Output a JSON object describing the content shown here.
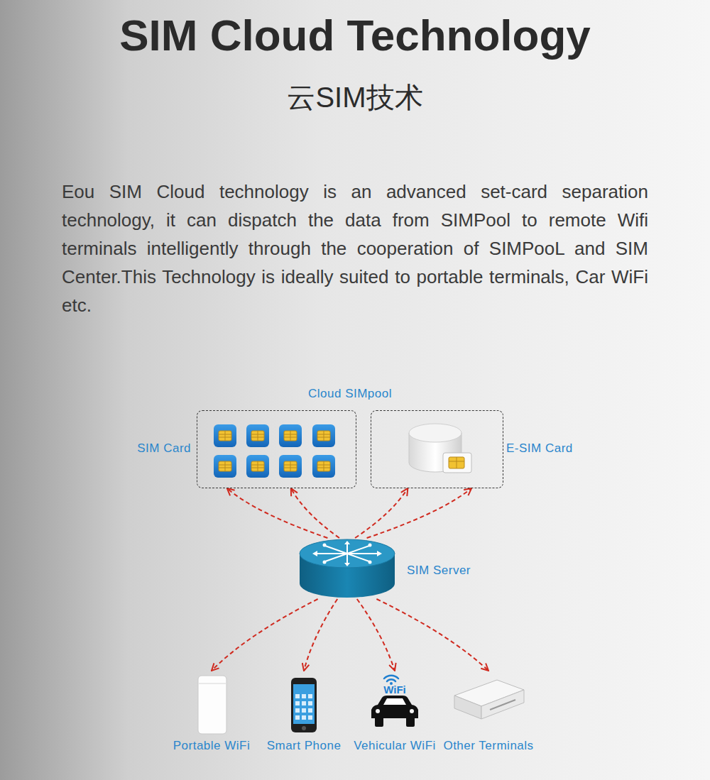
{
  "diagram": {
    "title": "SIM Cloud Technology",
    "nodes": [
      {
        "text": [
          "SIM Card"
        ]
      },
      {
        "text": [
          "E-SIM Card"
        ]
      },
      {
        "text": [
          "SIM Server"
        ]
      },
      {
        "text": [
          "Portable WiFi"
        ]
      },
      {
        "text": [
          "Smart Phone"
        ]
      },
      {
        "text": [
          "Vehicular WiFi"
        ]
      },
      {
        "text": [
          "Other Terminals"
        ]
      }
    ],
    "edges": [
      {
        "from": 2,
        "to": 0,
        "arrow": "to"
      },
      {
        "from": 2,
        "to": 0,
        "arrow": "to"
      },
      {
        "from": 2,
        "to": 1,
        "arrow": "to"
      },
      {
        "from": 2,
        "to": 1,
        "arrow": "to"
      },
      {
        "from": 2,
        "to": 3,
        "arrow": "to"
      },
      {
        "from": 2,
        "to": 4,
        "arrow": "to"
      },
      {
        "from": 2,
        "to": 5,
        "arrow": "to"
      },
      {
        "from": 2,
        "to": 6,
        "arrow": "to"
      }
    ],
    "labels": [
      "云SIM技术",
      "Eou SIM Cloud technology is an advanced set-card separation technology, it can dispatch the data from SIMPool to remote Wifi terminals intelligently through the cooperation of SIMPooL and SIM Center.This Technology is ideally suited to portable terminals, Car WiFi etc.",
      "Cloud SIMpool",
      "WiFi"
    ]
  }
}
